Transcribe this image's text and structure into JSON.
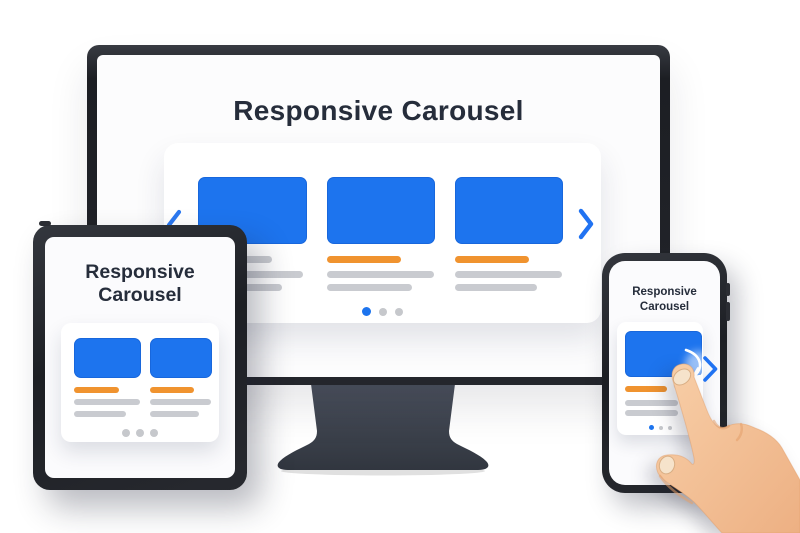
{
  "colors": {
    "blue": "#1d74ee",
    "orange": "#f0932f",
    "gray": "#c9cbd0",
    "dot_active": "#1d74ee",
    "dot_inactive": "#c6c8cc",
    "title_text": "#262d3b",
    "device_frame": "#24262c",
    "chevron_blue": "#2b78f0",
    "skin": "#f5c9a1",
    "nail": "#f6e3cb"
  },
  "desktop": {
    "title": "Responsive Carousel",
    "slides": [
      {
        "bar": "gray"
      },
      {
        "bar": "orange"
      },
      {
        "bar": "orange"
      }
    ],
    "dots": [
      "active",
      "inactive",
      "inactive"
    ],
    "prev_icon": "chevron-left",
    "next_icon": "chevron-right"
  },
  "tablet": {
    "title_line1": "Responsive",
    "title_line2": "Carousel",
    "slides": [
      {
        "bar": "orange"
      },
      {
        "bar": "orange"
      }
    ],
    "dots": [
      "inactive",
      "inactive",
      "inactive"
    ]
  },
  "phone": {
    "title_line1": "Responsive",
    "title_line2": "Carousel",
    "slides": [
      {
        "bar": "orange"
      }
    ],
    "dots": [
      "active",
      "inactive",
      "inactive"
    ],
    "gesture": "swipe-right"
  }
}
